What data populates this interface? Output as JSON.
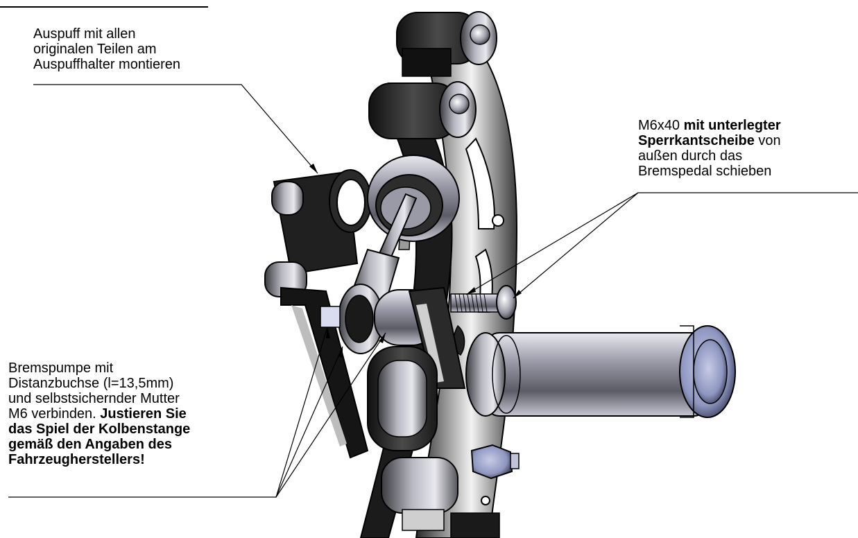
{
  "callouts": {
    "exhaust": {
      "lines": [
        "Auspuff mit allen",
        "originalen Teilen am",
        "Auspuffhalter montieren"
      ]
    },
    "bolt": {
      "line1_normal": "M6x40 ",
      "line1_bold": "mit unterlegter",
      "line2_bold": "Sperrkantscheibe",
      "line2_normal": " von",
      "line3": "außen durch das",
      "line4": "Bremspedal schieben"
    },
    "pump": {
      "line1": "Bremspumpe  mit",
      "line2": "Distanzbuchse (l=13,5mm)",
      "line3": "und selbstsichernder Mutter",
      "line4_normal": "M6 verbinden. ",
      "line4_bold": "Justieren Sie",
      "line5_bold": "das Spiel der Kolbenstange",
      "line6_bold": "gemäß den Angaben des",
      "line7_bold": "Fahrzeugherstellers!"
    }
  },
  "colors": {
    "ink": "#000000",
    "metal_dark": "#1a1a1a",
    "metal_mid": "#7a7a7a",
    "metal_light": "#d8d8d8",
    "metal_highlight": "#f4f4f4",
    "blue_tint": "#9aa3c8",
    "background": "#ffffff"
  }
}
